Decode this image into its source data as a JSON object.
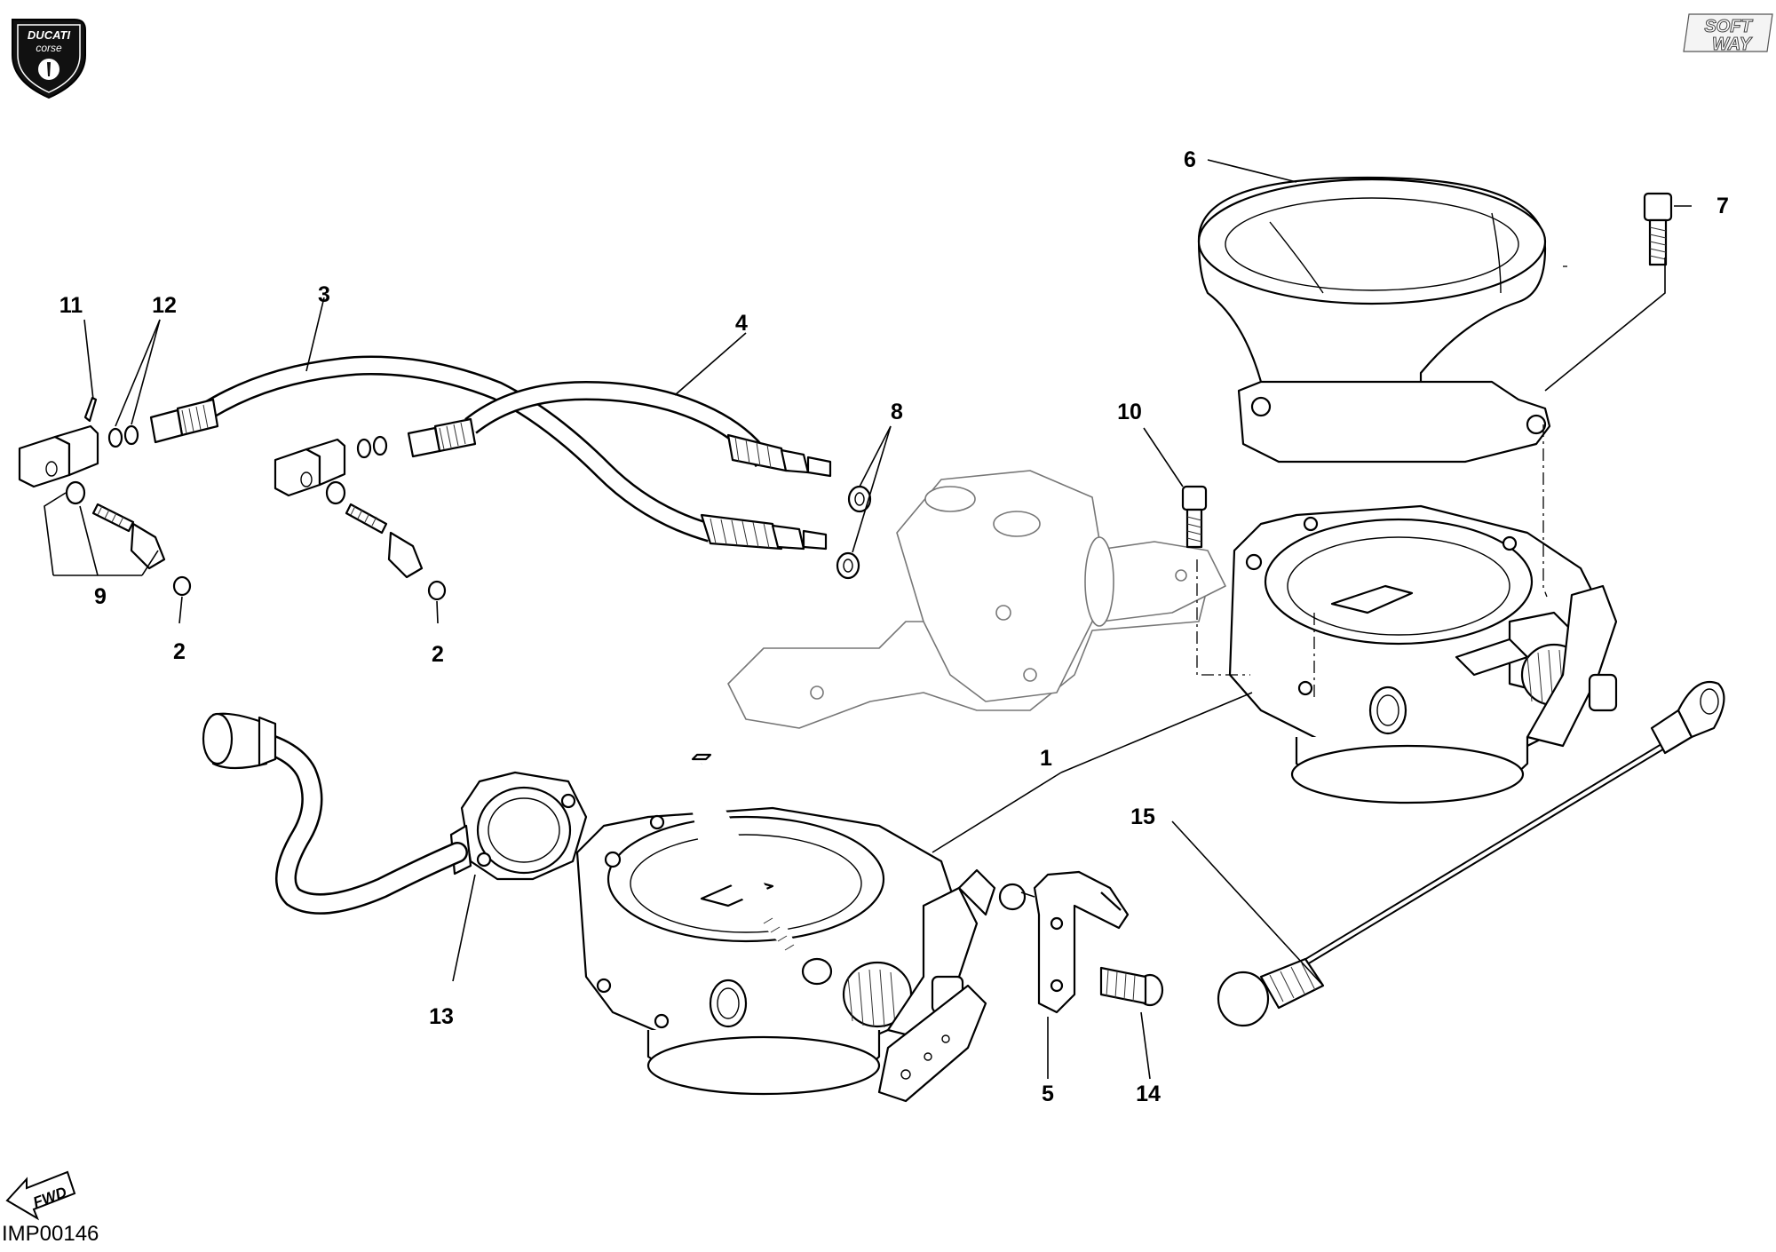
{
  "drawing_code": "IMP00146",
  "brand_logo": {
    "top": "DUCATI",
    "bottom": "corse"
  },
  "publisher_logo": {
    "line1": "SOFT",
    "line2": "WAY"
  },
  "direction_badge": "FWD",
  "callouts": [
    {
      "id": "c1",
      "label": "1"
    },
    {
      "id": "c2a",
      "label": "2"
    },
    {
      "id": "c2b",
      "label": "2"
    },
    {
      "id": "c3",
      "label": "3"
    },
    {
      "id": "c4",
      "label": "4"
    },
    {
      "id": "c5",
      "label": "5"
    },
    {
      "id": "c6",
      "label": "6"
    },
    {
      "id": "c7",
      "label": "7"
    },
    {
      "id": "c8",
      "label": "8"
    },
    {
      "id": "c9",
      "label": "9"
    },
    {
      "id": "c10",
      "label": "10"
    },
    {
      "id": "c11",
      "label": "11"
    },
    {
      "id": "c12",
      "label": "12"
    },
    {
      "id": "c13",
      "label": "13"
    },
    {
      "id": "c14",
      "label": "14"
    },
    {
      "id": "c15",
      "label": "15"
    }
  ],
  "colors": {
    "ink": "#000000",
    "ghost": "#777777",
    "background": "#ffffff"
  }
}
